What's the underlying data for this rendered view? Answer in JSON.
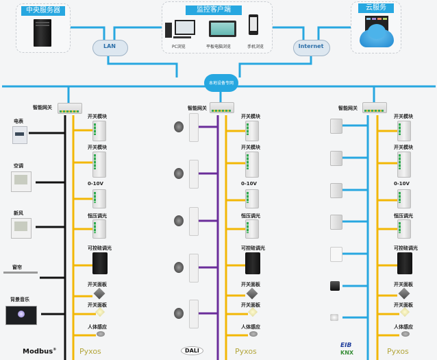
{
  "top": {
    "server_box": {
      "title": "中央服务器",
      "icon": "server-tower-icon"
    },
    "client_box": {
      "title": "监控客户端",
      "items": [
        {
          "label": "PC浏览",
          "icon": "desktop-pc-icon"
        },
        {
          "label": "平板电脑浏览",
          "icon": "tablet-icon"
        },
        {
          "label": "手机浏览",
          "icon": "smartphone-icon"
        }
      ]
    },
    "cloud_box": {
      "title": "云服务",
      "icon": "cloud-server-icon"
    },
    "lan_label": "LAN",
    "internet_label": "Internet",
    "local_net_label": "本地设备专网"
  },
  "colors": {
    "network": "#27a7e0",
    "modbus_bus": "#111111",
    "dali_bus": "#6a2d9a",
    "knx_bus": "#27a7e0",
    "pyxos_bus": "#f2b705",
    "title_bg": "#27a7e0"
  },
  "columns": [
    {
      "gateway_label": "智能网关",
      "left_protocol": "Modbus",
      "left_protocol_mark": "®",
      "left_devices": [
        {
          "label": "电表",
          "icon": "electric-meter-icon"
        },
        {
          "label": "空调",
          "icon": "ac-thermostat-icon"
        },
        {
          "label": "新风",
          "icon": "fresh-air-thermostat-icon"
        },
        {
          "label": "窗帘",
          "icon": "curtain-rail-icon"
        },
        {
          "label": "背景音乐",
          "icon": "music-panel-icon"
        }
      ],
      "right_protocol": "Pyxos",
      "right_devices": [
        {
          "label": "开关模块",
          "icon": "switch-module-icon"
        },
        {
          "label": "开关模块",
          "icon": "switch-module-icon"
        },
        {
          "label": "0-10V",
          "icon": "dimmer-module-icon"
        },
        {
          "label": "恒压调光",
          "icon": "dimmer-module-icon"
        },
        {
          "label": "可控硅调光",
          "icon": "thyristor-dimmer-icon"
        },
        {
          "label": "开关面板",
          "icon": "switch-panel-icon"
        },
        {
          "label": "开关面板",
          "icon": "switch-panel-icon"
        },
        {
          "label": "人体感应",
          "icon": "motion-sensor-icon"
        }
      ]
    },
    {
      "gateway_label": "智能网关",
      "left_protocol": "DALI",
      "left_devices": [
        {
          "label": "",
          "icon": "dali-downlight-driver-icon"
        },
        {
          "label": "",
          "icon": "dali-downlight-driver-icon"
        },
        {
          "label": "",
          "icon": "dali-downlight-driver-icon"
        },
        {
          "label": "",
          "icon": "dali-downlight-driver-icon"
        },
        {
          "label": "",
          "icon": "dali-downlight-driver-icon"
        }
      ],
      "right_protocol": "Pyxos",
      "right_devices": [
        {
          "label": "开关模块",
          "icon": "switch-module-icon"
        },
        {
          "label": "开关模块",
          "icon": "switch-module-icon"
        },
        {
          "label": "0-10V",
          "icon": "dimmer-module-icon"
        },
        {
          "label": "恒压调光",
          "icon": "dimmer-module-icon"
        },
        {
          "label": "可控硅调光",
          "icon": "thyristor-dimmer-icon"
        },
        {
          "label": "开关面板",
          "icon": "switch-panel-icon"
        },
        {
          "label": "开关面板",
          "icon": "switch-panel-icon"
        },
        {
          "label": "人体感应",
          "icon": "motion-sensor-icon"
        }
      ]
    },
    {
      "gateway_label": "智能网关",
      "left_protocol": "EIB KNX",
      "left_protocol_top": "EIB",
      "left_protocol_bottom": "KNX",
      "left_devices": [
        {
          "label": "",
          "icon": "knx-din-module-icon"
        },
        {
          "label": "",
          "icon": "knx-din-module-icon"
        },
        {
          "label": "",
          "icon": "knx-din-module-icon"
        },
        {
          "label": "",
          "icon": "knx-din-module-icon"
        },
        {
          "label": "",
          "icon": "knx-panel-icon"
        },
        {
          "label": "",
          "icon": "knx-touch-panel-icon"
        },
        {
          "label": "",
          "icon": "knx-sensor-icon"
        }
      ],
      "right_protocol": "Pyxos",
      "right_devices": [
        {
          "label": "开关模块",
          "icon": "switch-module-icon"
        },
        {
          "label": "开关模块",
          "icon": "switch-module-icon"
        },
        {
          "label": "0-10V",
          "icon": "dimmer-module-icon"
        },
        {
          "label": "恒压调光",
          "icon": "dimmer-module-icon"
        },
        {
          "label": "可控硅调光",
          "icon": "thyristor-dimmer-icon"
        },
        {
          "label": "开关面板",
          "icon": "switch-panel-icon"
        },
        {
          "label": "开关面板",
          "icon": "switch-panel-icon"
        },
        {
          "label": "人体感应",
          "icon": "motion-sensor-icon"
        }
      ]
    }
  ]
}
